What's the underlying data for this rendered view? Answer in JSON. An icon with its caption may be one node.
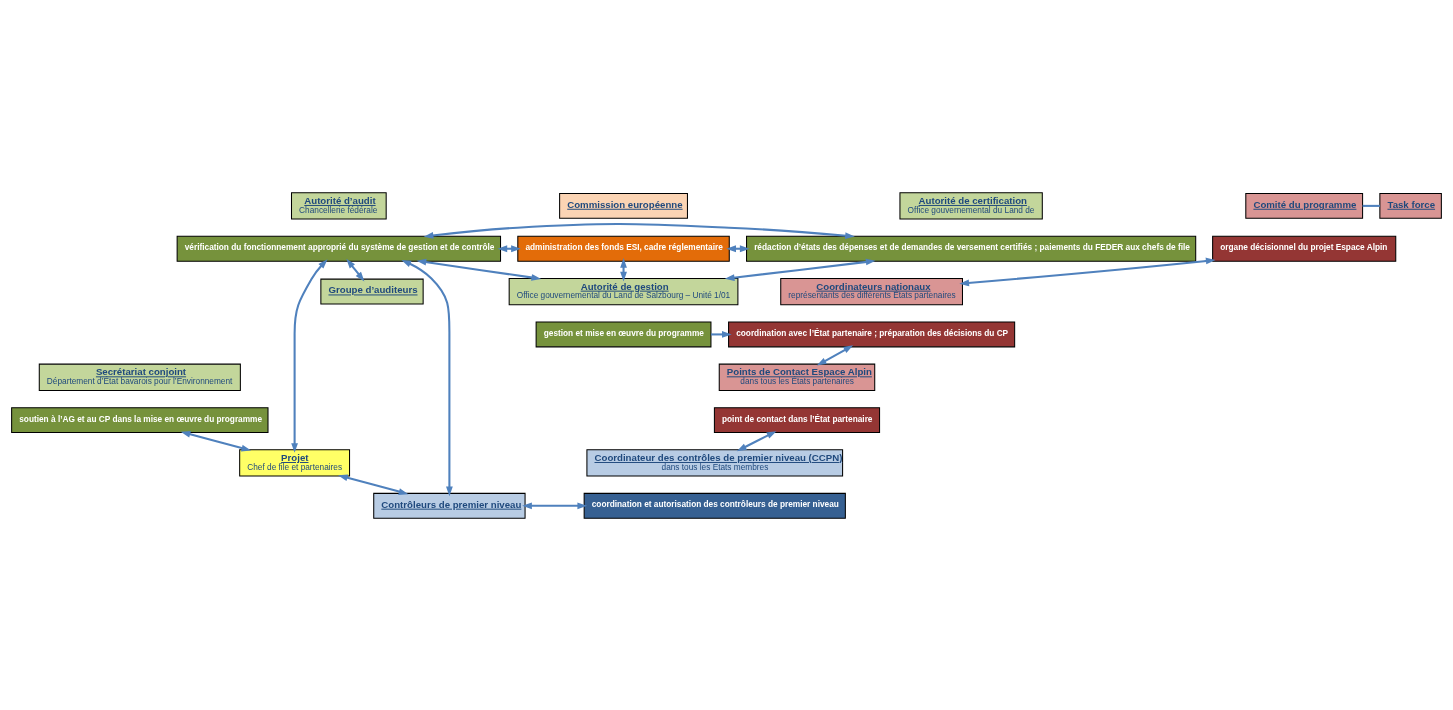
{
  "diagram": {
    "nodes": [
      {
        "text": [
          "Autorité d’audit",
          "Chancellerie fédérale"
        ]
      },
      {
        "text": [
          "vérification du fonctionnement approprié du système de gestion et de contrôle"
        ]
      },
      {
        "text": [
          "Commission européenne"
        ]
      },
      {
        "text": [
          "administration des fonds ESI, cadre réglementaire"
        ]
      },
      {
        "text": [
          "Autorité de certification",
          "Office gouvernemental du Land de"
        ]
      },
      {
        "text": [
          "rédaction d’états des dépenses et de demandes de versement certifiés ; paiements du FEDER aux chefs de file"
        ]
      },
      {
        "text": [
          "Comité du programme"
        ]
      },
      {
        "text": [
          "organe décisionnel du projet Espace Alpin"
        ]
      },
      {
        "text": [
          "Task force"
        ]
      },
      {
        "text": [
          "Groupe d’auditeurs"
        ]
      },
      {
        "text": [
          "Autorité de gestion",
          "Office gouvernemental du Land de Salzbourg – Unité 1/01"
        ]
      },
      {
        "text": [
          "gestion et mise en œuvre du programme"
        ]
      },
      {
        "text": [
          "Coordinateurs nationaux",
          "représentants des différents États partenaires"
        ]
      },
      {
        "text": [
          "coordination avec l’État partenaire ; préparation des décisions du CP"
        ]
      },
      {
        "text": [
          "Secrétariat conjoint",
          "Département d’État bavarois pour l’Environnement"
        ]
      },
      {
        "text": [
          "soutien à l’AG et au CP dans la mise en œuvre du programme"
        ]
      },
      {
        "text": [
          "Points de Contact Espace Alpin",
          "dans tous les États partenaires"
        ]
      },
      {
        "text": [
          "point de contact dans l’État partenaire"
        ]
      },
      {
        "text": [
          "Coordinateur des contrôles de premier niveau (CCPN)",
          "dans tous les États membres"
        ]
      },
      {
        "text": [
          "coordination et autorisation des contrôleurs de premier niveau"
        ]
      },
      {
        "text": [
          "Projet",
          "Chef de file et partenaires"
        ]
      },
      {
        "text": [
          "Contrôleurs de premier niveau"
        ]
      }
    ],
    "edges": [
      {
        "from": 1,
        "to": 3,
        "arrow": "both"
      },
      {
        "from": 1,
        "to": 5,
        "arrow": "both"
      },
      {
        "from": 1,
        "to": 10,
        "arrow": "both"
      },
      {
        "from": 3,
        "to": 5,
        "arrow": "both"
      },
      {
        "from": 3,
        "to": 10,
        "arrow": "both"
      },
      {
        "from": 10,
        "to": 5,
        "arrow": "both"
      },
      {
        "from": 1,
        "to": 9,
        "arrow": "both"
      },
      {
        "from": 6,
        "to": 8,
        "arrow": "none"
      },
      {
        "from": 7,
        "to": 12,
        "arrow": "both"
      },
      {
        "from": 11,
        "to": 13,
        "arrow": "to"
      },
      {
        "from": 13,
        "to": 16,
        "arrow": "both"
      },
      {
        "from": 17,
        "to": 18,
        "arrow": "both"
      },
      {
        "from": 15,
        "to": 20,
        "arrow": "both"
      },
      {
        "from": 1,
        "to": 20,
        "arrow": "both"
      },
      {
        "from": 21,
        "to": 1,
        "arrow": "both"
      },
      {
        "from": 20,
        "to": 21,
        "arrow": "both"
      },
      {
        "from": 21,
        "to": 19,
        "arrow": "both"
      }
    ]
  }
}
